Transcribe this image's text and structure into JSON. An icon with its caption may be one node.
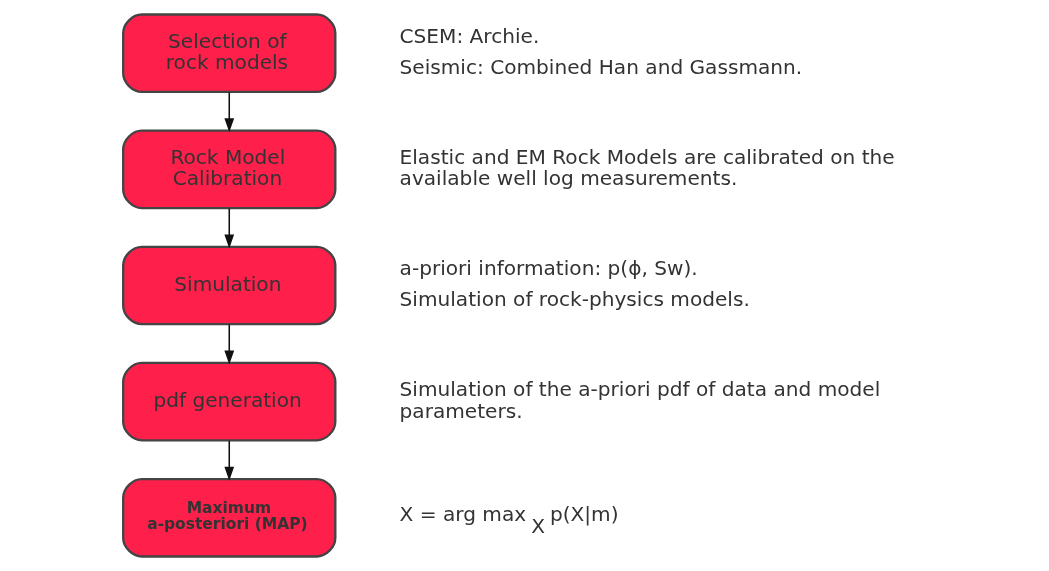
{
  "diagram": {
    "nodes": [
      {
        "text": [
          "Selection of rock models"
        ],
        "beside": [
          "CSEM: Archie.",
          "Seismic: Combined Han and Gassmann."
        ]
      },
      {
        "text": [
          "Rock Model Calibration"
        ],
        "beside": [
          "Elastic and EM Rock Models are calibrated on the available well log measurements."
        ]
      },
      {
        "text": [
          "Simulation"
        ],
        "beside": [
          "a-priori information: p(ϕ, Sw).",
          "Simulation of rock-physics models."
        ]
      },
      {
        "text": [
          "pdf generation"
        ],
        "beside": [
          "Simulation of the a-priori pdf of data and model parameters."
        ]
      },
      {
        "text": [
          "Maximum a-posteriori (MAP)"
        ],
        "beside": [
          "X = arg max$_{X}$ p(X|m)"
        ]
      }
    ],
    "edges": [
      {
        "from": 0,
        "to": 1,
        "arrow": "to"
      },
      {
        "from": 1,
        "to": 2,
        "arrow": "to"
      },
      {
        "from": 2,
        "to": 3,
        "arrow": "to"
      },
      {
        "from": 3,
        "to": 4,
        "arrow": "to"
      }
    ]
  }
}
